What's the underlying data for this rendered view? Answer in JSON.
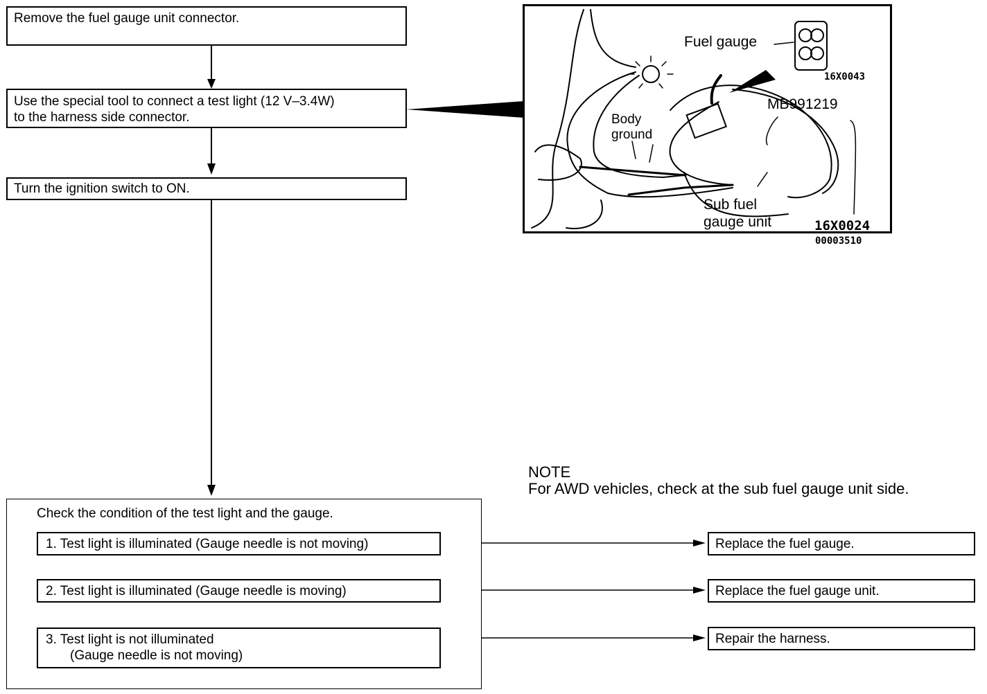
{
  "steps": {
    "step1": "Remove the fuel gauge unit connector.",
    "step2_line1": "Use the special tool to connect a test light (12 V–3.4W)",
    "step2_line2": "to the harness side connector.",
    "step3": "Turn the ignition switch to ON."
  },
  "check": {
    "heading": "Check the condition of the test light and the gauge.",
    "cond1": "1.  Test light is illuminated (Gauge needle is not moving)",
    "cond2": "2.  Test light is illuminated (Gauge needle is moving)",
    "cond3_line1": "3.  Test light is not illuminated",
    "cond3_line2": "(Gauge needle is not moving)"
  },
  "results": {
    "r1": "Replace the fuel gauge.",
    "r2": "Replace the fuel gauge unit.",
    "r3": "Repair the harness."
  },
  "note": {
    "title": "NOTE",
    "text": "For AWD vehicles, check at the sub fuel gauge unit side."
  },
  "illustration": {
    "fuel_gauge": "Fuel gauge",
    "code_connector": "16X0043",
    "tool": "MB991219",
    "body_ground_1": "Body",
    "body_ground_2": "ground",
    "sub_unit_1": "Sub fuel",
    "sub_unit_2": "gauge unit",
    "code_unit": "16X0024",
    "figure_id": "00003510"
  }
}
